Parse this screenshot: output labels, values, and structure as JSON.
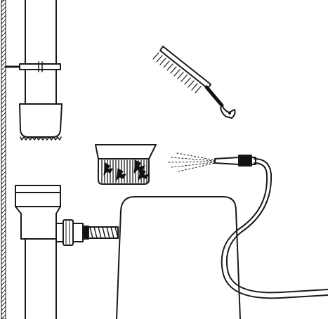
{
  "illustration": {
    "parts": [
      "wall",
      "downpipe",
      "pipe-clamp",
      "rain-collector",
      "filter-basket",
      "cleaning-brush",
      "hose-spray-nozzle",
      "garden-hose",
      "water-tank",
      "connection-hose"
    ],
    "colors": {
      "line": "#1a1a1a",
      "fill": "#ffffff",
      "dark": "#111111"
    }
  }
}
